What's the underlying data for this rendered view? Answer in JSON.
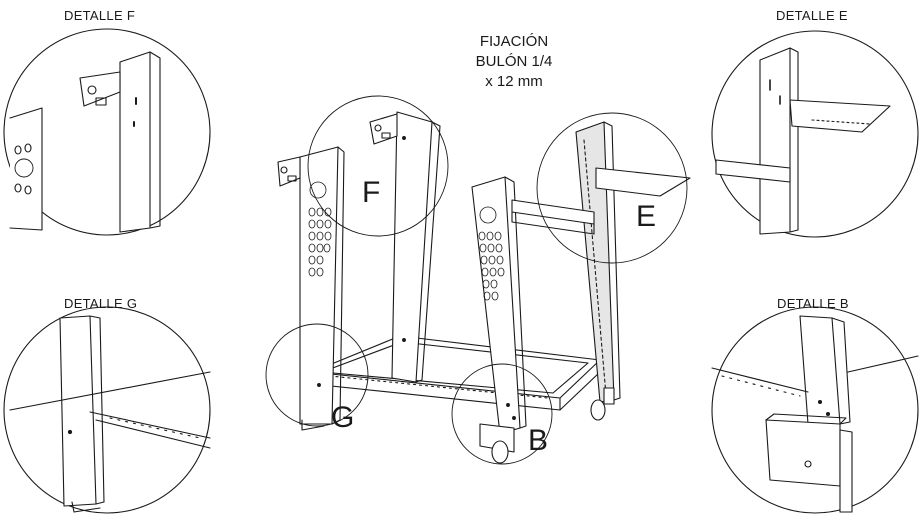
{
  "colors": {
    "line": "#1a1a1a",
    "shade": "#e6e6e6",
    "bg": "#ffffff"
  },
  "details": {
    "f": "DETALLE F",
    "e": "DETALLE E",
    "g": "DETALLE G",
    "b": "DETALLE B"
  },
  "callouts": {
    "f": "F",
    "e": "E",
    "g": "G",
    "b": "B"
  },
  "fixing": {
    "line1": "FIJACIÓN",
    "line2": "BULÓN 1/4",
    "line3": "x 12 mm"
  }
}
